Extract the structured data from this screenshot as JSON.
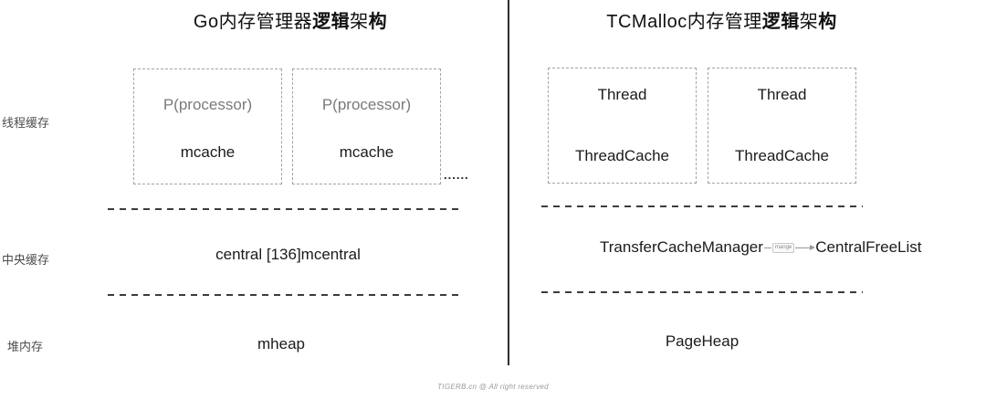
{
  "left_panel": {
    "title": {
      "full": "Go内存管理器逻辑架构",
      "parts": [
        {
          "text": "Go",
          "bold": false
        },
        {
          "text": "内存管理器",
          "bold": false
        },
        {
          "text": "逻辑",
          "bold": true
        },
        {
          "text": "架",
          "bold": false
        },
        {
          "text": "构",
          "bold": true
        }
      ]
    },
    "row_labels": [
      "线程缓存",
      "中央缓存",
      "堆内存"
    ],
    "thread_cache_boxes": [
      {
        "top": "P(processor)",
        "bottom": "mcache"
      },
      {
        "top": "P(processor)",
        "bottom": "mcache"
      }
    ],
    "ellipsis": "......",
    "central_cache": "central [136]mcentral",
    "heap": "mheap"
  },
  "right_panel": {
    "title": {
      "full": "TCMalloc内存管理逻辑架构",
      "parts": [
        {
          "text": "TCMalloc",
          "bold": false
        },
        {
          "text": "内存管理",
          "bold": false
        },
        {
          "text": "逻辑",
          "bold": true
        },
        {
          "text": "架",
          "bold": false
        },
        {
          "text": "构",
          "bold": true
        }
      ]
    },
    "thread_cache_boxes": [
      {
        "top": "Thread",
        "bottom": "ThreadCache"
      },
      {
        "top": "Thread",
        "bottom": "ThreadCache"
      }
    ],
    "central_cache": {
      "left": "TransferCacheManager",
      "arrow_label": "mange",
      "right": "CentralFreeList"
    },
    "heap": "PageHeap"
  },
  "footer": {
    "copyright": "TIGERB.cn @ All right reserved"
  },
  "colors": {
    "text_primary": "#1b1b1b",
    "text_gray": "#7a7a7a",
    "box_border": "#a3a3a3",
    "dash_line": "#3c3c3c",
    "divider": "#2e2e2e",
    "row_label": "#4d4d4d",
    "footer_text": "#9b9b9b",
    "background": "#ffffff"
  }
}
